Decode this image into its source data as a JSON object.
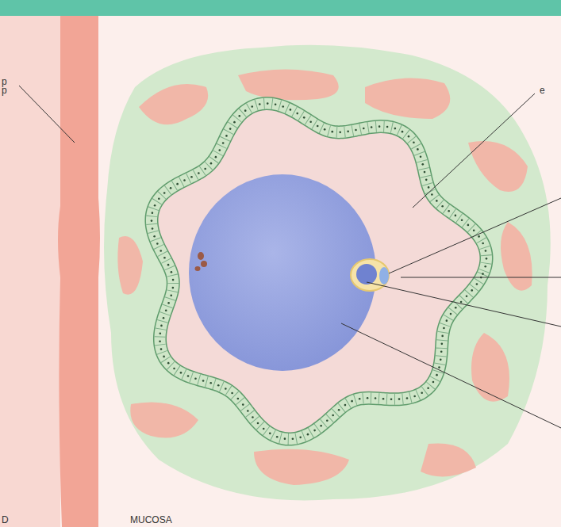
{
  "diagram": {
    "labels": [
      "p",
      "p",
      "e",
      "D",
      "MUCOSA"
    ]
  }
}
